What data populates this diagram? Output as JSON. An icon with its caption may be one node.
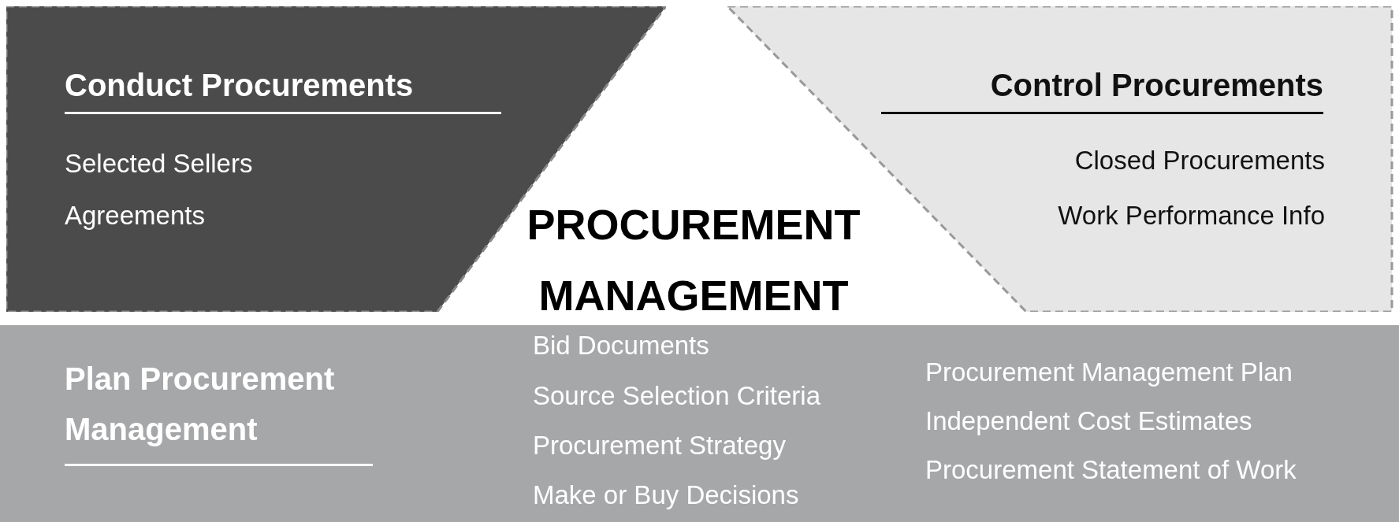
{
  "diagram": {
    "title": "PROCUREMENT MANAGEMENT",
    "nodes": [
      {
        "text": [
          "Conduct Procurements",
          "Selected Sellers",
          "Agreements"
        ]
      },
      {
        "text": [
          "Control Procurements",
          "Closed Procurements",
          "Work Performance Info"
        ]
      },
      {
        "text": [
          "Plan Procurement Management",
          "Bid Documents",
          "Source Selection Criteria",
          "Procurement Strategy",
          "Make or Buy Decisions",
          "Procurement Management Plan",
          "Independent Cost Estimates",
          "Procurement Statement of Work"
        ]
      }
    ],
    "edges": []
  }
}
